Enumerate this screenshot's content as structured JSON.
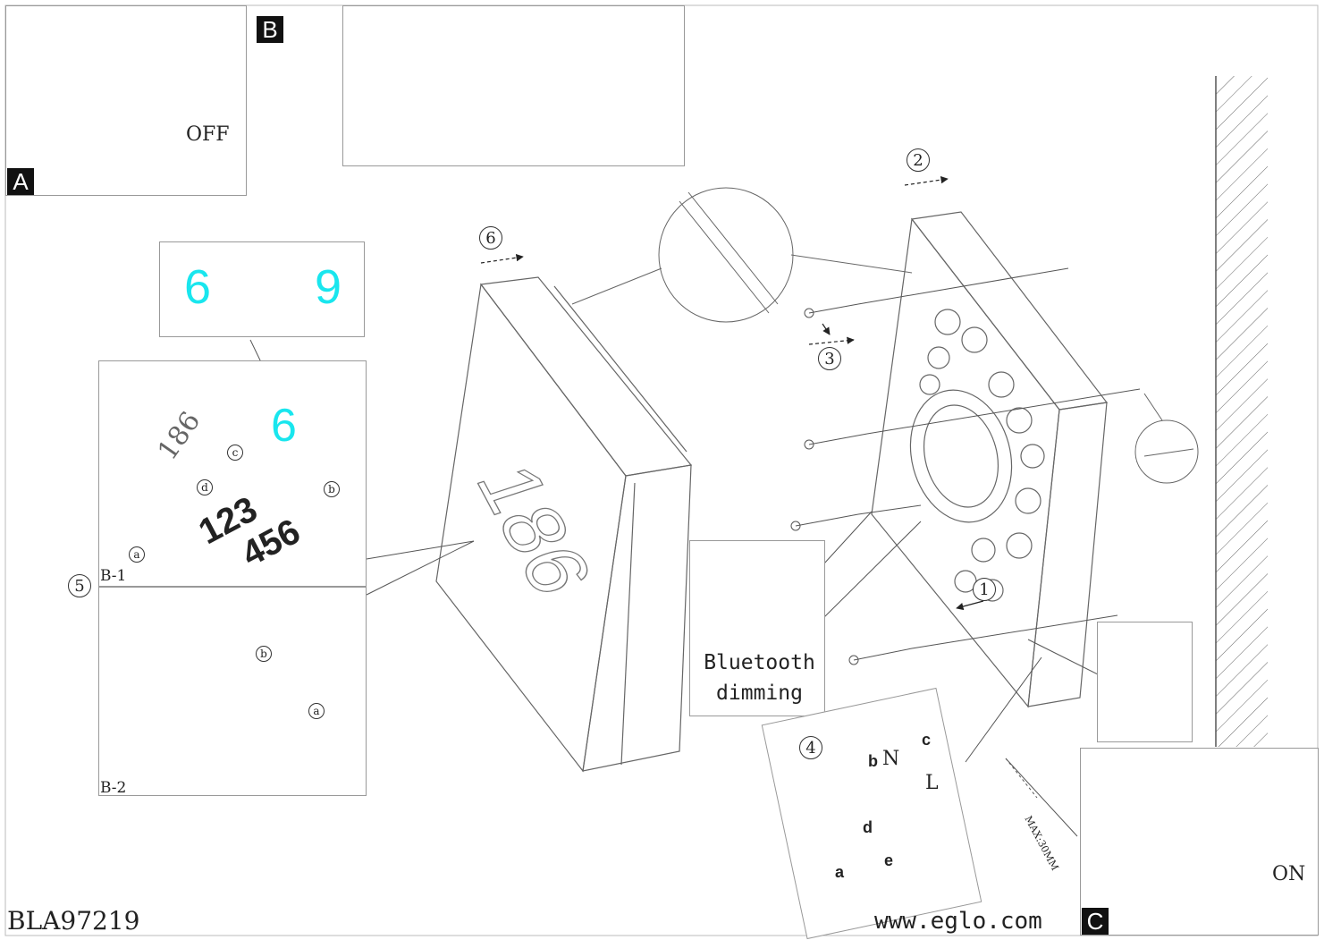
{
  "colors": {
    "line": "#555555",
    "cross": "#e0141e",
    "digit": "#19e6ee"
  },
  "panel_a": {
    "badge": "A",
    "switch_label": "OFF"
  },
  "panel_b": {
    "badge": "B"
  },
  "panel_c": {
    "badge": "C",
    "switch_label": "ON"
  },
  "steps": {
    "s1": "1",
    "s2": "2",
    "s3": "3",
    "s4": "4",
    "s5": "5",
    "s6": "6"
  },
  "swap": {
    "left_digit": "6",
    "right_digit": "9"
  },
  "detail_b1": {
    "label": "B-1",
    "magnified_digit": "6",
    "box_number": "186",
    "sheet_row1": "123",
    "sheet_row2": "456",
    "sub_a": "a",
    "sub_b": "b",
    "sub_c": "c",
    "sub_d": "d"
  },
  "detail_b2": {
    "label": "B-2",
    "sub_a": "a",
    "sub_b": "b"
  },
  "main_number": "186",
  "bluetooth": {
    "line1": "Bluetooth",
    "line2": "dimming",
    "icon": "bluetooth-icon"
  },
  "wiring": {
    "n": "N",
    "l": "L",
    "a": "a",
    "b": "b",
    "c": "c",
    "d": "d",
    "e": "e"
  },
  "max_length": "MAX:30MM",
  "ground_icon": "ground-symbol-icon",
  "footer": {
    "model": "BLA97219",
    "website": "www.eglo.com"
  }
}
